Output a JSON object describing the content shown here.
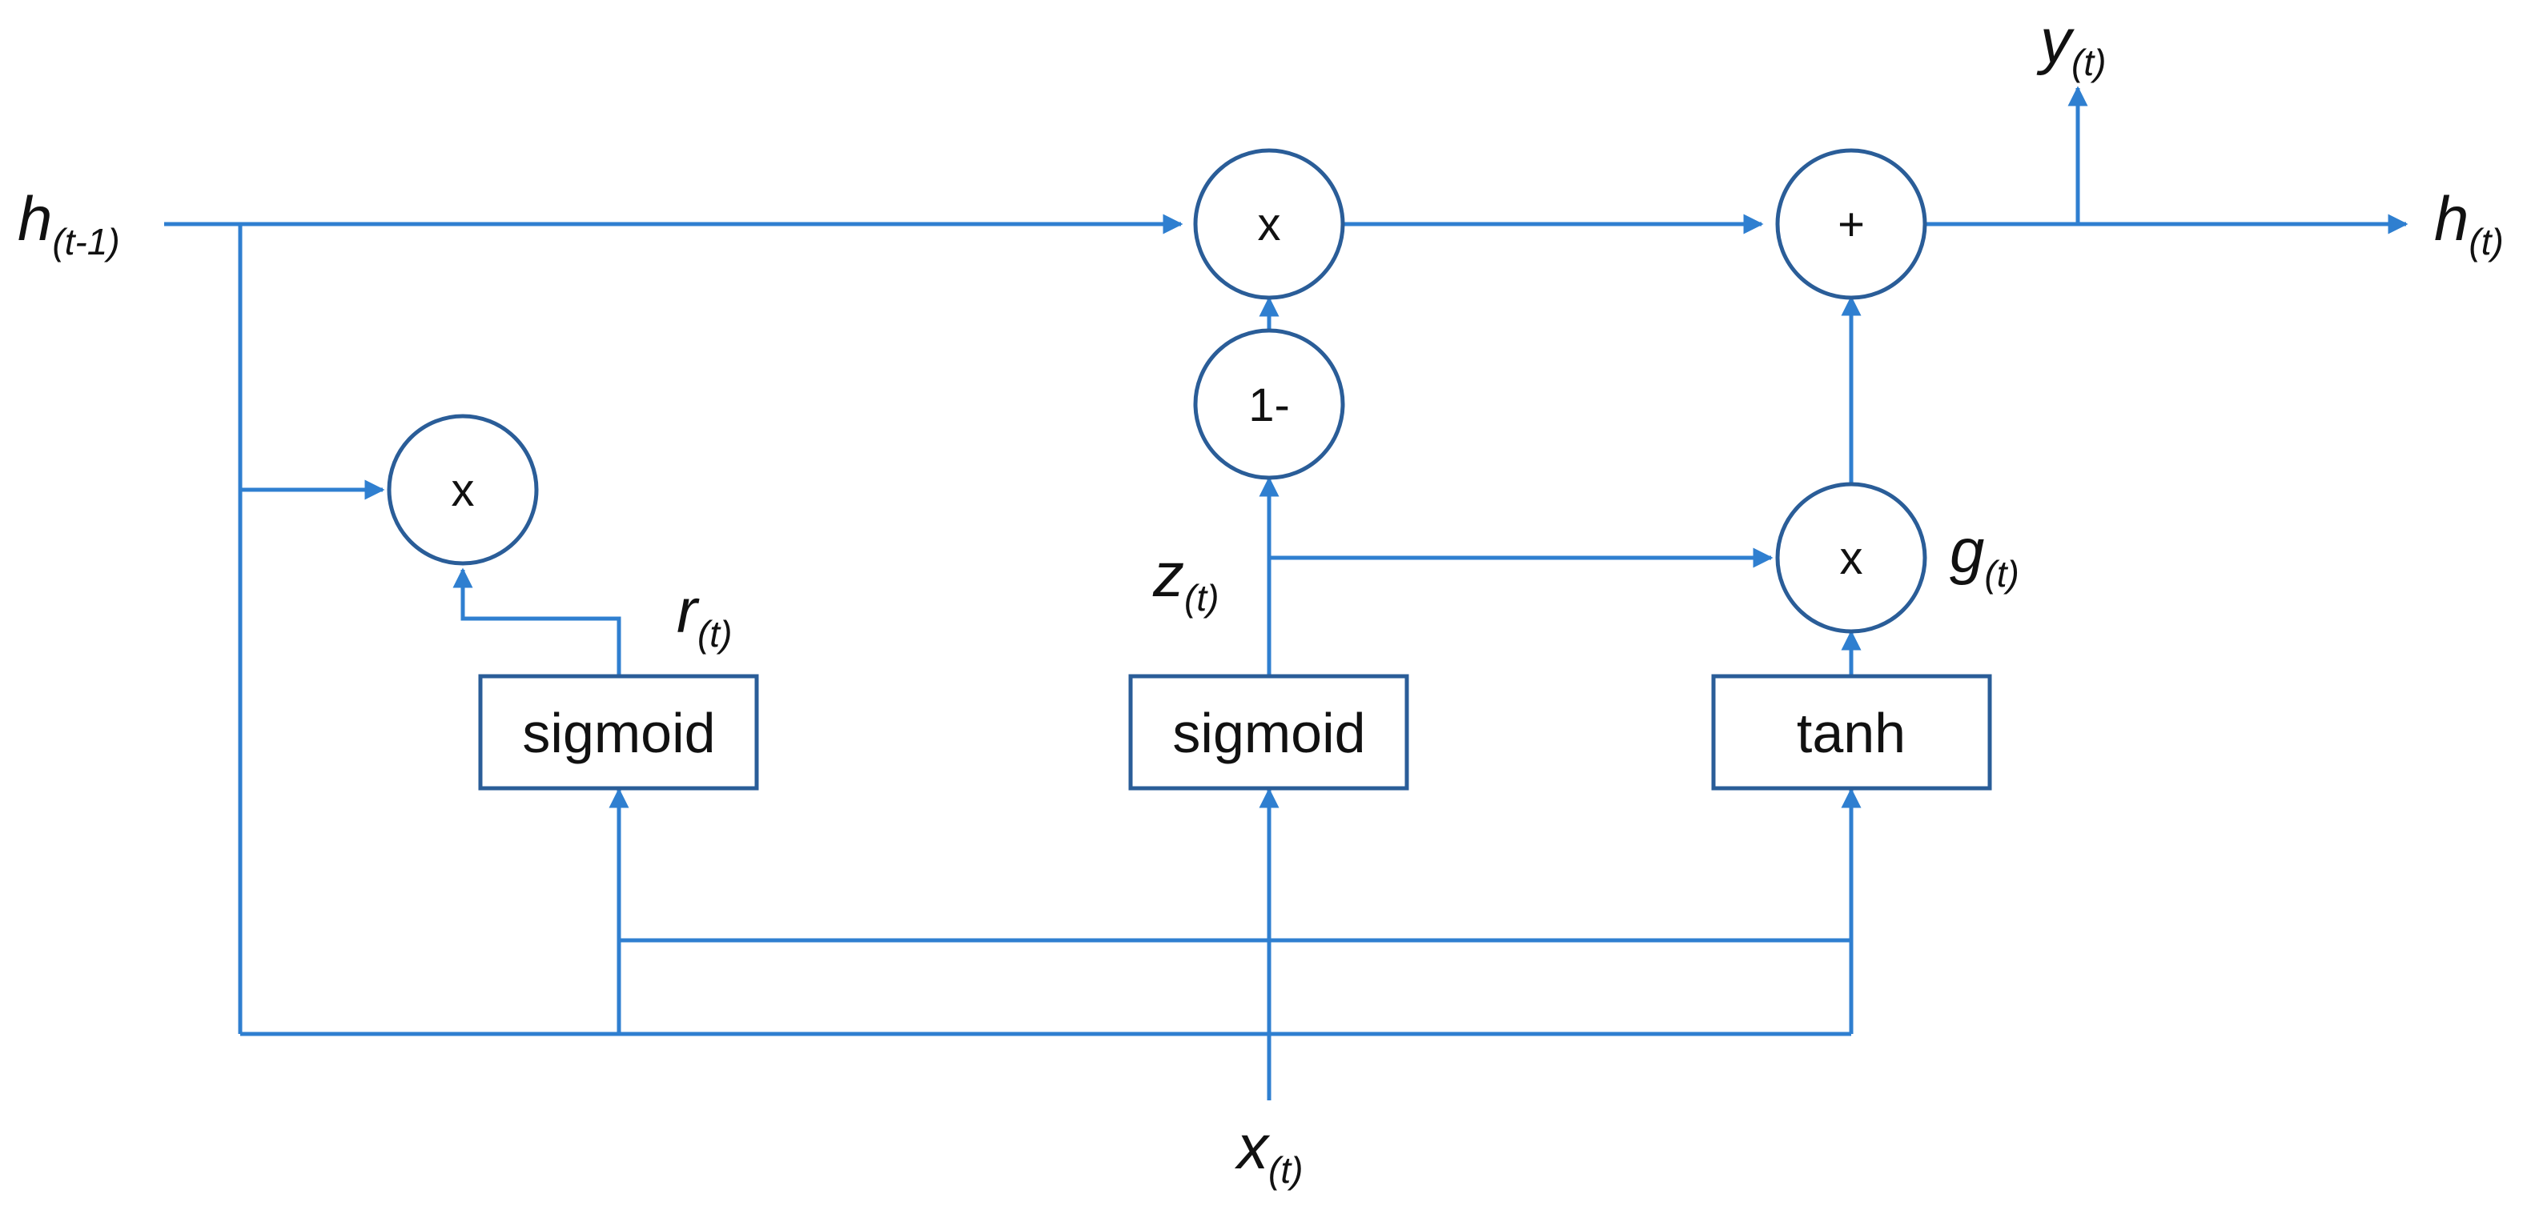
{
  "labels": {
    "h_prev": "h",
    "h_prev_sub": "(t-1)",
    "h_out": "h",
    "h_out_sub": "(t)",
    "y": "y",
    "y_sub": "(t)",
    "x": "x",
    "x_sub": "(t)",
    "r": "r",
    "r_sub": "(t)",
    "z": "z",
    "z_sub": "(t)",
    "g": "g",
    "g_sub": "(t)"
  },
  "nodes": {
    "mult_top": "x",
    "plus_top": "+",
    "one_minus": "1-",
    "mult_reset": "x",
    "mult_candidate": "x"
  },
  "boxes": {
    "sigmoid_reset": "sigmoid",
    "sigmoid_update": "sigmoid",
    "tanh": "tanh"
  },
  "colors": {
    "wire": "#2f7fd0",
    "node_border": "#2a5d98"
  }
}
